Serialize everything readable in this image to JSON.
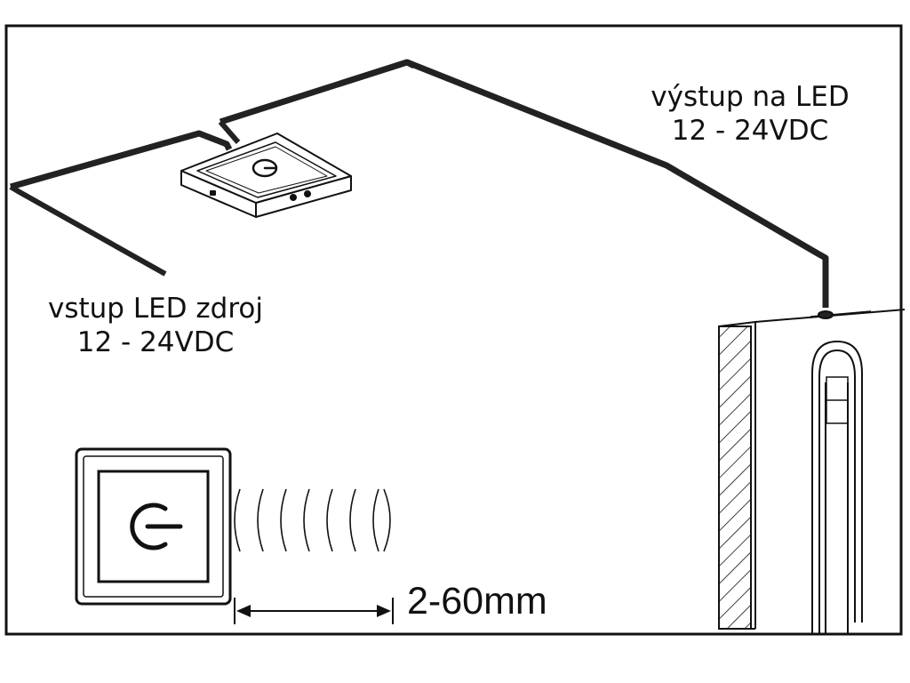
{
  "labels": {
    "output_line1": "výstup na LED",
    "output_line2": "12 - 24VDC",
    "input_line1": "vstup LED zdroj",
    "input_line2": "12 - 24VDC",
    "distance": "2-60mm"
  },
  "colors": {
    "ink": "#111111",
    "wire": "#222222",
    "background": "#ffffff"
  },
  "icons": {
    "sensor_symbol": "power-icon",
    "waves": "proximity-waves-icon"
  }
}
